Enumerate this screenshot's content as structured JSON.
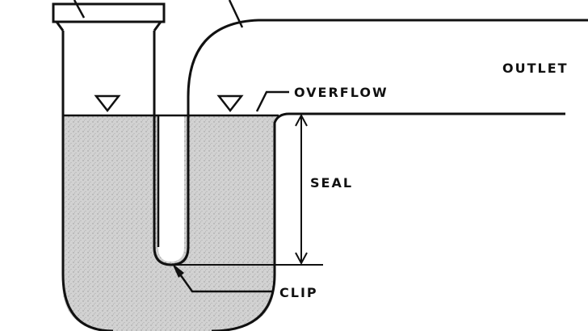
{
  "labels": {
    "outlet": "OUTLET",
    "overflow": "OVERFLOW",
    "seal": "SEAL",
    "clip": "CLIP"
  },
  "colors": {
    "ink": "#111111",
    "water": "#cfcfcf",
    "background": "#ffffff"
  }
}
